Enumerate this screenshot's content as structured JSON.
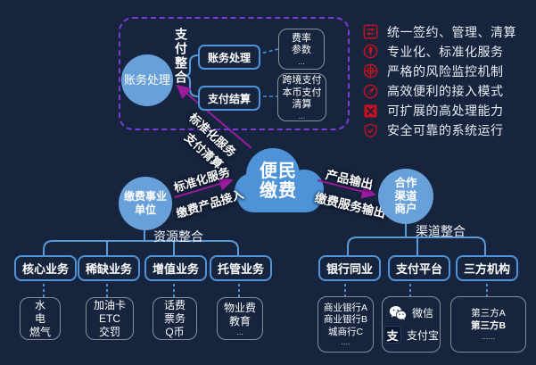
{
  "colors": {
    "background": "#16243E",
    "node_blue": "#68A1DA",
    "cloud_blue": "#4E93D7",
    "box_border_blue": "#4F94D9",
    "tree_line_blue": "#5B9BD5",
    "gray_border": "#8A9099",
    "frame_purple": "#7C3AD6",
    "arrow_magenta": "#9A1B9E",
    "icon_red": "#C3121E"
  },
  "payment_integration": {
    "circle_label": "账务处理",
    "brace_label": "支付整合",
    "boxes": [
      {
        "label": "账务处理"
      },
      {
        "label": "支付结算"
      }
    ],
    "detail_boxes": [
      {
        "lines": [
          "费率",
          "参数"
        ],
        "more": "..."
      },
      {
        "lines": [
          "跨境支付",
          "本币支付",
          "清算"
        ],
        "more": "..."
      }
    ]
  },
  "features": {
    "items": [
      {
        "icon": "contract-sliders-icon",
        "text": "统一签约、管理、清算"
      },
      {
        "icon": "professional-tie-icon",
        "text": "专业化、标准化服务"
      },
      {
        "icon": "risk-target-icon",
        "text": "严格的风险监控机制"
      },
      {
        "icon": "rocket-access-icon",
        "text": "高效便利的接入模式"
      },
      {
        "icon": "expand-capacity-icon",
        "text": "可扩展的高处理能力"
      },
      {
        "icon": "shield-check-icon",
        "text": "安全可靠的系统运行"
      }
    ]
  },
  "center": {
    "cloud_lines": [
      "便民",
      "缴费"
    ]
  },
  "edges": {
    "to_accounting": {
      "line1": "标准化服务",
      "line2": "支付清算"
    },
    "from_institutions": {
      "line1": "标准化服务",
      "line2": "缴费产品接入"
    },
    "to_merchants": {
      "line1": "产品输出",
      "line2": "缴费服务输出"
    }
  },
  "left_branch": {
    "circle_lines": [
      "缴费事业",
      "单位"
    ],
    "group_label": "资源整合",
    "categories": [
      {
        "label": "核心业务",
        "items": [
          "水",
          "电",
          "燃气"
        ]
      },
      {
        "label": "稀缺业务",
        "items": [
          "加油卡",
          "ETC",
          "交罚"
        ]
      },
      {
        "label": "增值业务",
        "items": [
          "话费",
          "票务",
          "Q币"
        ]
      },
      {
        "label": "托管业务",
        "items": [
          "物业费",
          "教育",
          "..."
        ]
      }
    ]
  },
  "right_branch": {
    "circle_lines": [
      "合作",
      "渠道",
      "商户"
    ],
    "group_label": "渠道整合",
    "categories": [
      {
        "label": "银行同业",
        "items": [
          "商业银行A",
          "商业银行B",
          "城商行C",
          "...."
        ]
      },
      {
        "label": "支付平台",
        "items": [
          "微信",
          "支付宝"
        ]
      },
      {
        "label": "三方机构",
        "items": [
          "第三方A",
          "第三方B",
          "......"
        ]
      }
    ]
  }
}
